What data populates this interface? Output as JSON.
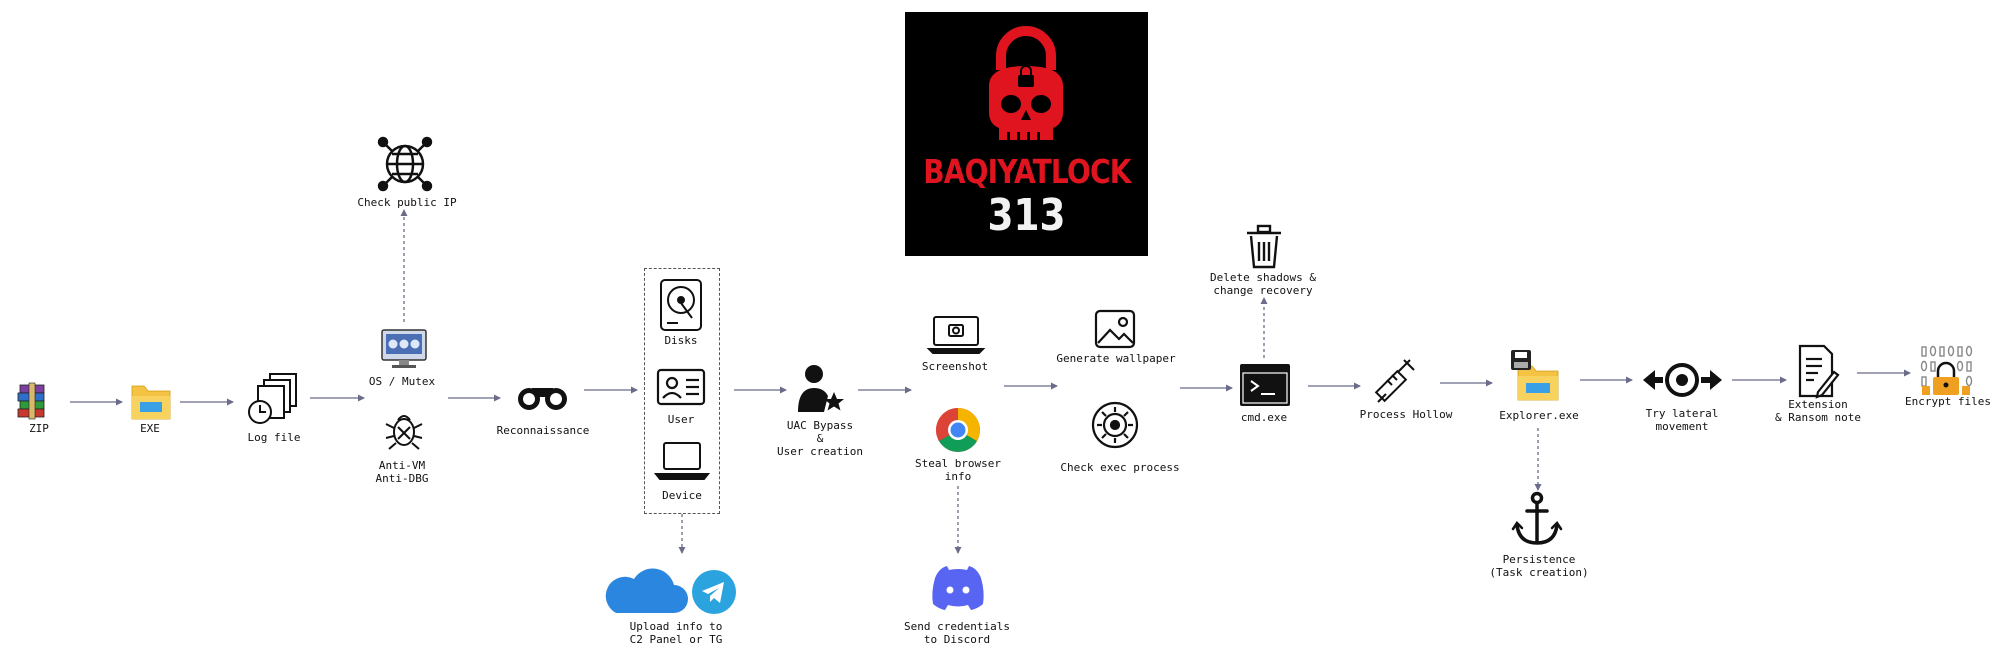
{
  "logo": {
    "line1": "BAQIYATLOCK",
    "line2": "313"
  },
  "nodes": {
    "zip": "ZIP",
    "exe": "EXE",
    "log": "Log file",
    "public_ip": "Check public IP",
    "os_mutex": "OS / Mutex",
    "anti_vm": "Anti-VM\nAnti-DBG",
    "recon": "Reconnaissance",
    "disks": "Disks",
    "user": "User",
    "device": "Device",
    "upload": "Upload info to\nC2 Panel or TG",
    "uac": "UAC Bypass\n&\nUser creation",
    "screenshot": "Screenshot",
    "steal": "Steal browser\ninfo",
    "discord": "Send credentials\nto Discord",
    "wallpaper": "Generate wallpaper",
    "exec": "Check exec process",
    "delete": "Delete shadows &\nchange recovery",
    "cmd": "cmd.exe",
    "hollow": "Process Hollow",
    "explorer": "Explorer.exe",
    "persistence": "Persistence\n(Task creation)",
    "lateral": "Try lateral\nmovement",
    "ransom": "Extension\n& Ransom note",
    "encrypt": "Encrypt files"
  },
  "icons": {
    "zip": "winrar-books-icon",
    "exe": "folder-icon",
    "log": "log-file-clock-icon",
    "public_ip": "globe-network-icon",
    "os_mutex": "monitor-gauges-icon",
    "anti_vm": "bug-crossed-icon",
    "recon": "binoculars-icon",
    "disks": "hard-disk-icon",
    "user": "id-card-icon",
    "device": "laptop-icon",
    "cloud": "cloud-icon",
    "telegram": "telegram-icon",
    "uac": "user-star-icon",
    "screenshot": "laptop-camera-icon",
    "chrome": "chrome-icon",
    "discord": "discord-icon",
    "wallpaper": "image-icon",
    "exec": "gear-cycle-icon",
    "trash": "trash-icon",
    "cmd": "terminal-icon",
    "syringe": "syringe-icon",
    "explorer": "folder-save-icon",
    "anchor": "anchor-icon",
    "lateral": "arrows-target-icon",
    "ransom": "document-pen-icon",
    "encrypt": "binary-lock-icon"
  },
  "colors": {
    "arrow": "#6b6b8a",
    "logo_red": "#e0141e",
    "folder": "#f5c343",
    "cloud": "#2b86e0",
    "telegram": "#2aa3de",
    "discord": "#5865f2"
  }
}
